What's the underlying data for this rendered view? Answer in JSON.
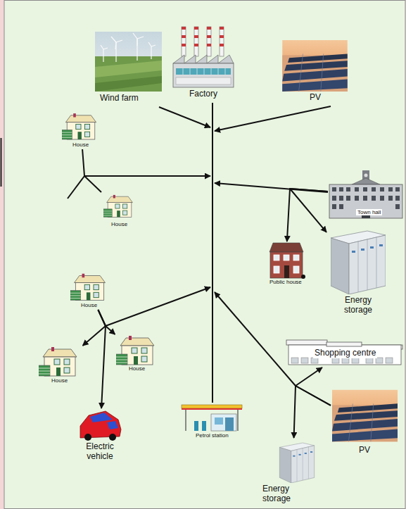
{
  "diagram": {
    "nodes": [
      {
        "text": [
          "Wind farm"
        ]
      },
      {
        "text": [
          "Factory"
        ]
      },
      {
        "text": [
          "PV"
        ]
      },
      {
        "text": [
          "House"
        ]
      },
      {
        "text": [
          "House"
        ]
      },
      {
        "text": [
          "Town hall"
        ]
      },
      {
        "text": [
          "Public house"
        ]
      },
      {
        "text": [
          "Energy storage"
        ]
      },
      {
        "text": [
          "House"
        ]
      },
      {
        "text": [
          "House"
        ]
      },
      {
        "text": [
          "House"
        ]
      },
      {
        "text": [
          "Electric vehicle"
        ]
      },
      {
        "text": [
          "Petrol station"
        ]
      },
      {
        "text": [
          "Shopping centre"
        ]
      },
      {
        "text": [
          "PV"
        ]
      },
      {
        "text": [
          "Energy storage"
        ]
      }
    ],
    "edges": [
      {
        "from": 3,
        "to": 4,
        "arrow": "none"
      },
      {
        "from": 5,
        "to": 6,
        "arrow": "to"
      },
      {
        "from": 5,
        "to": 7,
        "arrow": "to"
      },
      {
        "from": 8,
        "to": 9,
        "arrow": "to"
      },
      {
        "from": 8,
        "to": 10,
        "arrow": "to"
      },
      {
        "from": 8,
        "to": 11,
        "arrow": "to"
      },
      {
        "from": 14,
        "to": 13,
        "arrow": "to"
      },
      {
        "from": 14,
        "to": 15,
        "arrow": "to"
      }
    ]
  }
}
